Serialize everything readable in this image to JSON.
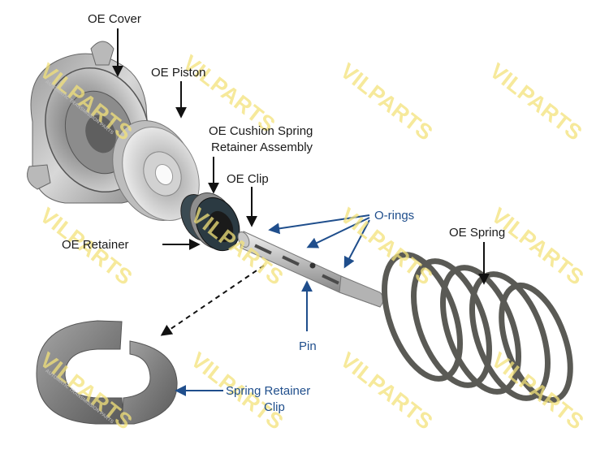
{
  "labels": {
    "oe_cover": "OE Cover",
    "oe_piston": "OE Piston",
    "oe_cushion_line1": "OE Cushion Spring",
    "oe_cushion_line2": "Retainer Assembly",
    "oe_clip": "OE Clip",
    "o_rings": "O-rings",
    "oe_spring": "OE Spring",
    "oe_retainer": "OE Retainer",
    "pin": "Pin",
    "spring_retainer_clip_line1": "Spring Retainer",
    "spring_retainer_clip_line2": "Clip"
  },
  "watermark": {
    "brand": "VILPARTS",
    "tagline": "AUTOMATIC TRANSMISSION PARTS"
  },
  "colors": {
    "black_label": "#1a1a1a",
    "blue_label": "#1f4e8c",
    "watermark": "#f3e27a",
    "metal_light": "#d9d9d9",
    "metal_dark": "#7d7d7d",
    "spring": "#5a5a55",
    "seal_dark": "#2b3a42"
  }
}
